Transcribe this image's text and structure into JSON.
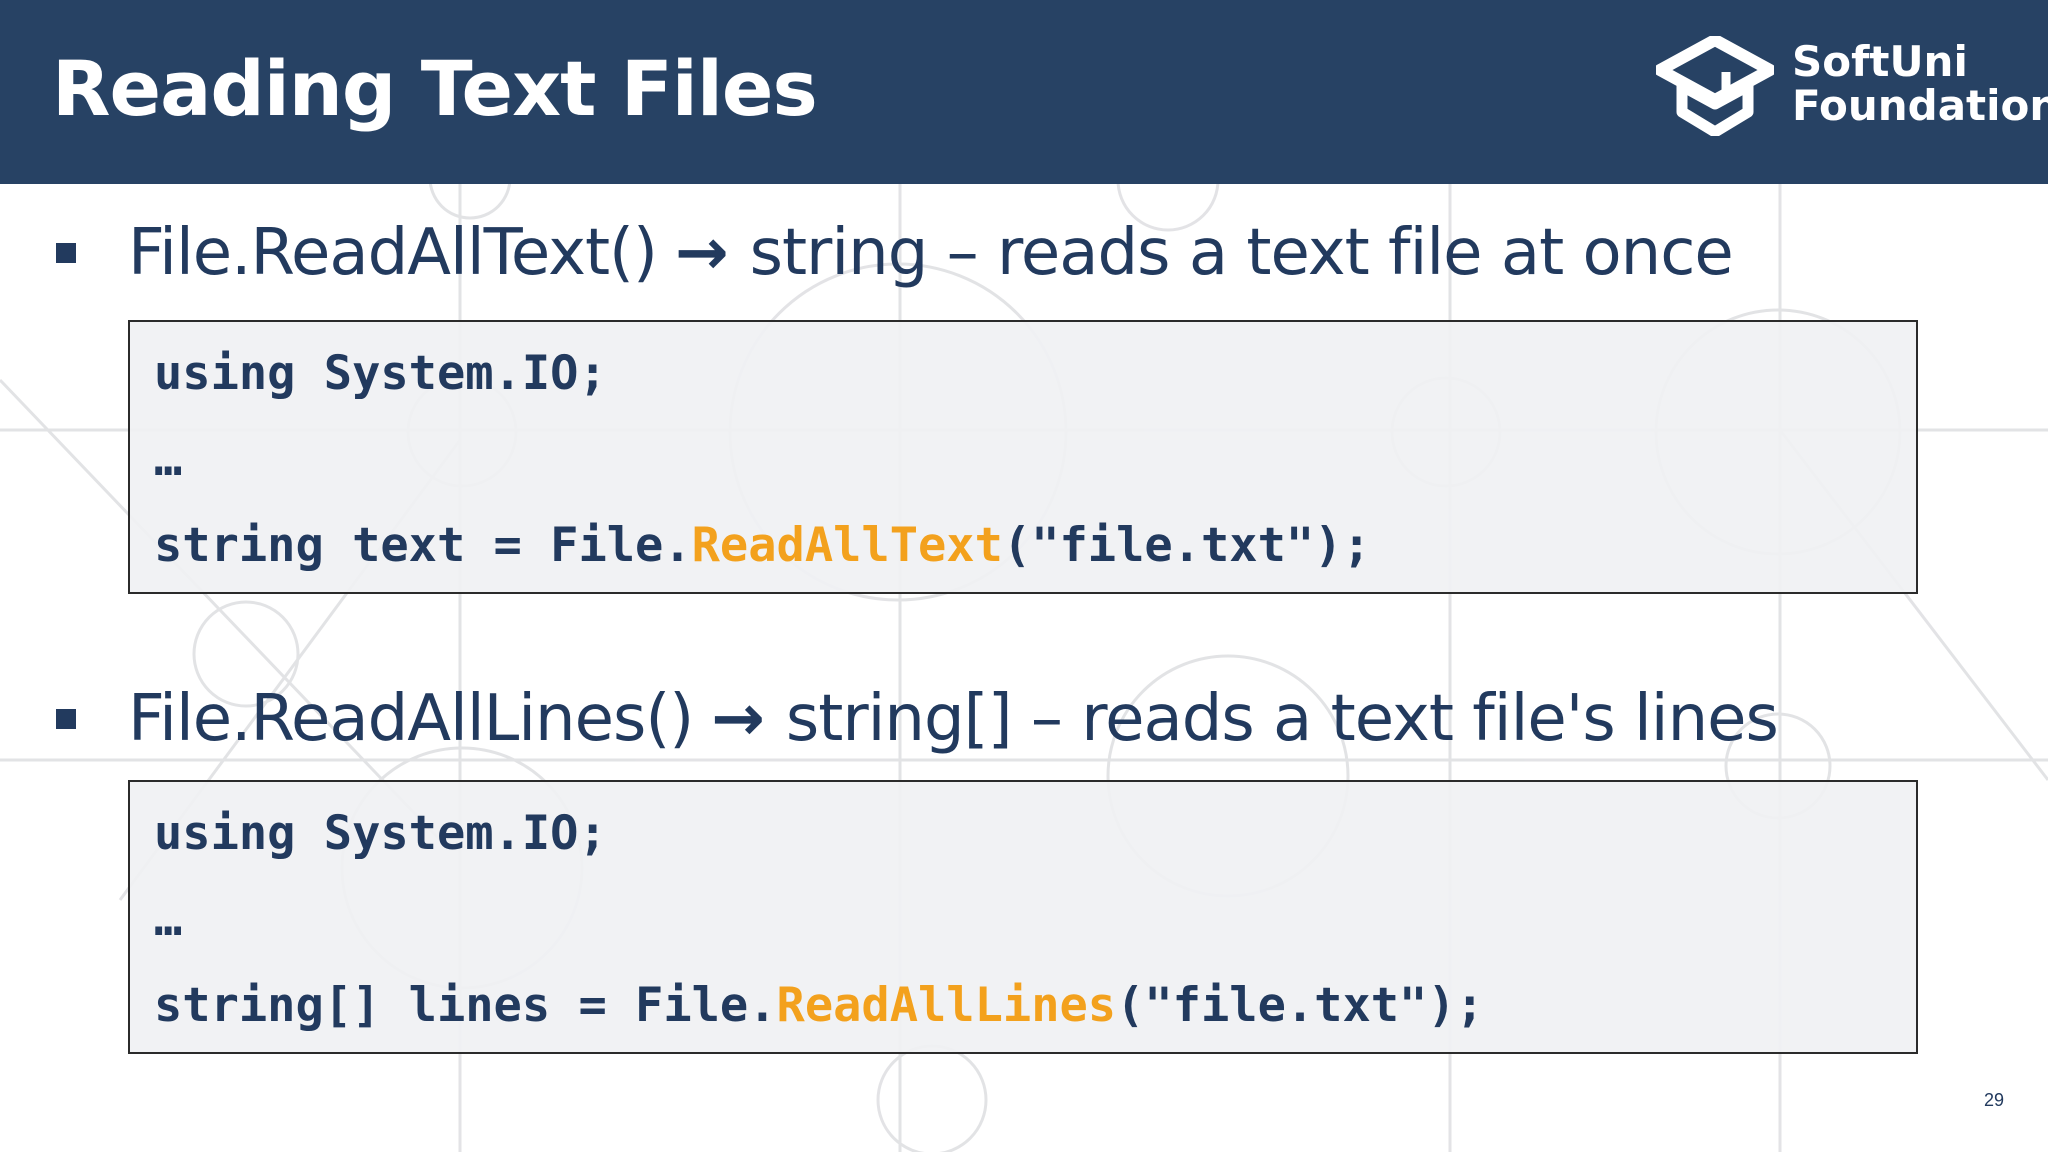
{
  "slide": {
    "title": "Reading Text Files",
    "page_number": "29"
  },
  "logo": {
    "line1": "SoftUni",
    "line2": "Foundation"
  },
  "items": [
    {
      "method": "File.ReadAllText()",
      "arrow": "→",
      "description": "string – reads a text file at once",
      "code": {
        "using": "using System.IO;",
        "ellipsis": "…",
        "pre": "string text = File.",
        "highlight": "ReadAllText",
        "post": "(\"file.txt\");"
      }
    },
    {
      "method": "File.ReadAllLines()",
      "arrow": "→",
      "description": "string[] – reads a text file's lines",
      "code": {
        "using": "using System.IO;",
        "ellipsis": "…",
        "pre": "string[] lines = File.",
        "highlight": "ReadAllLines",
        "post": "(\"file.txt\");"
      }
    }
  ],
  "colors": {
    "header": "#274264",
    "text": "#223a5e",
    "highlight": "#f3a11d"
  }
}
